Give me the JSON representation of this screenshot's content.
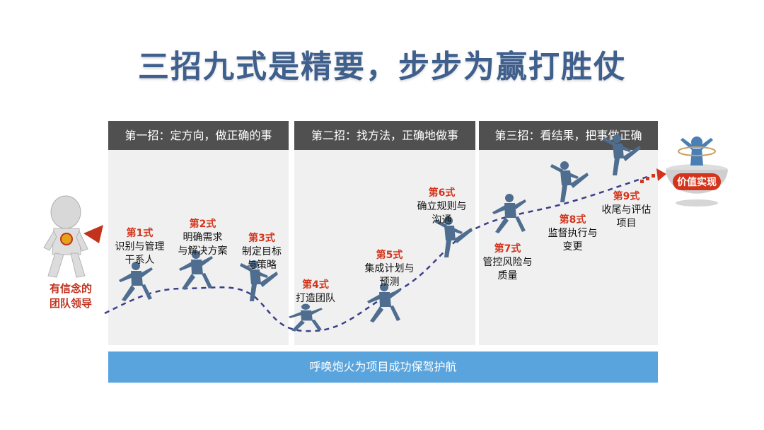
{
  "title": "三招九式是精要，步步为赢打胜仗",
  "phases": [
    {
      "label": "第一招：定方向，做正确的事"
    },
    {
      "label": "第二招：找方法，正确地做事"
    },
    {
      "label": "第三招：看结果，把事做正确"
    }
  ],
  "steps": [
    {
      "num": "第1式",
      "text": [
        "识别与管理",
        "干系人"
      ]
    },
    {
      "num": "第2式",
      "text": [
        "明确需求",
        "与解决方案"
      ]
    },
    {
      "num": "第3式",
      "text": [
        "制定目标",
        "与策略"
      ]
    },
    {
      "num": "第4式",
      "text": [
        "打造团队"
      ]
    },
    {
      "num": "第5式",
      "text": [
        "集成计划与",
        "预测"
      ]
    },
    {
      "num": "第6式",
      "text": [
        "确立规则与",
        "沟通"
      ]
    },
    {
      "num": "第7式",
      "text": [
        "管控风险与",
        "质量"
      ]
    },
    {
      "num": "第8式",
      "text": [
        "监督执行与",
        "变更"
      ]
    },
    {
      "num": "第9式",
      "text": [
        "收尾与评估",
        "项目"
      ]
    }
  ],
  "start_label": [
    "有信念的",
    "团队领导"
  ],
  "goal_label": "价值实现",
  "footer": "呼唤炮火为项目成功保驾护航",
  "colors": {
    "title": "#3f5f8d",
    "header_bg": "#505050",
    "panel_bg": "#f0f0f0",
    "step_num": "#d3341b",
    "footer_bg": "#5aa4de",
    "silhouette": "#4f6d8f",
    "dashed_path": "#3b3f8a"
  }
}
